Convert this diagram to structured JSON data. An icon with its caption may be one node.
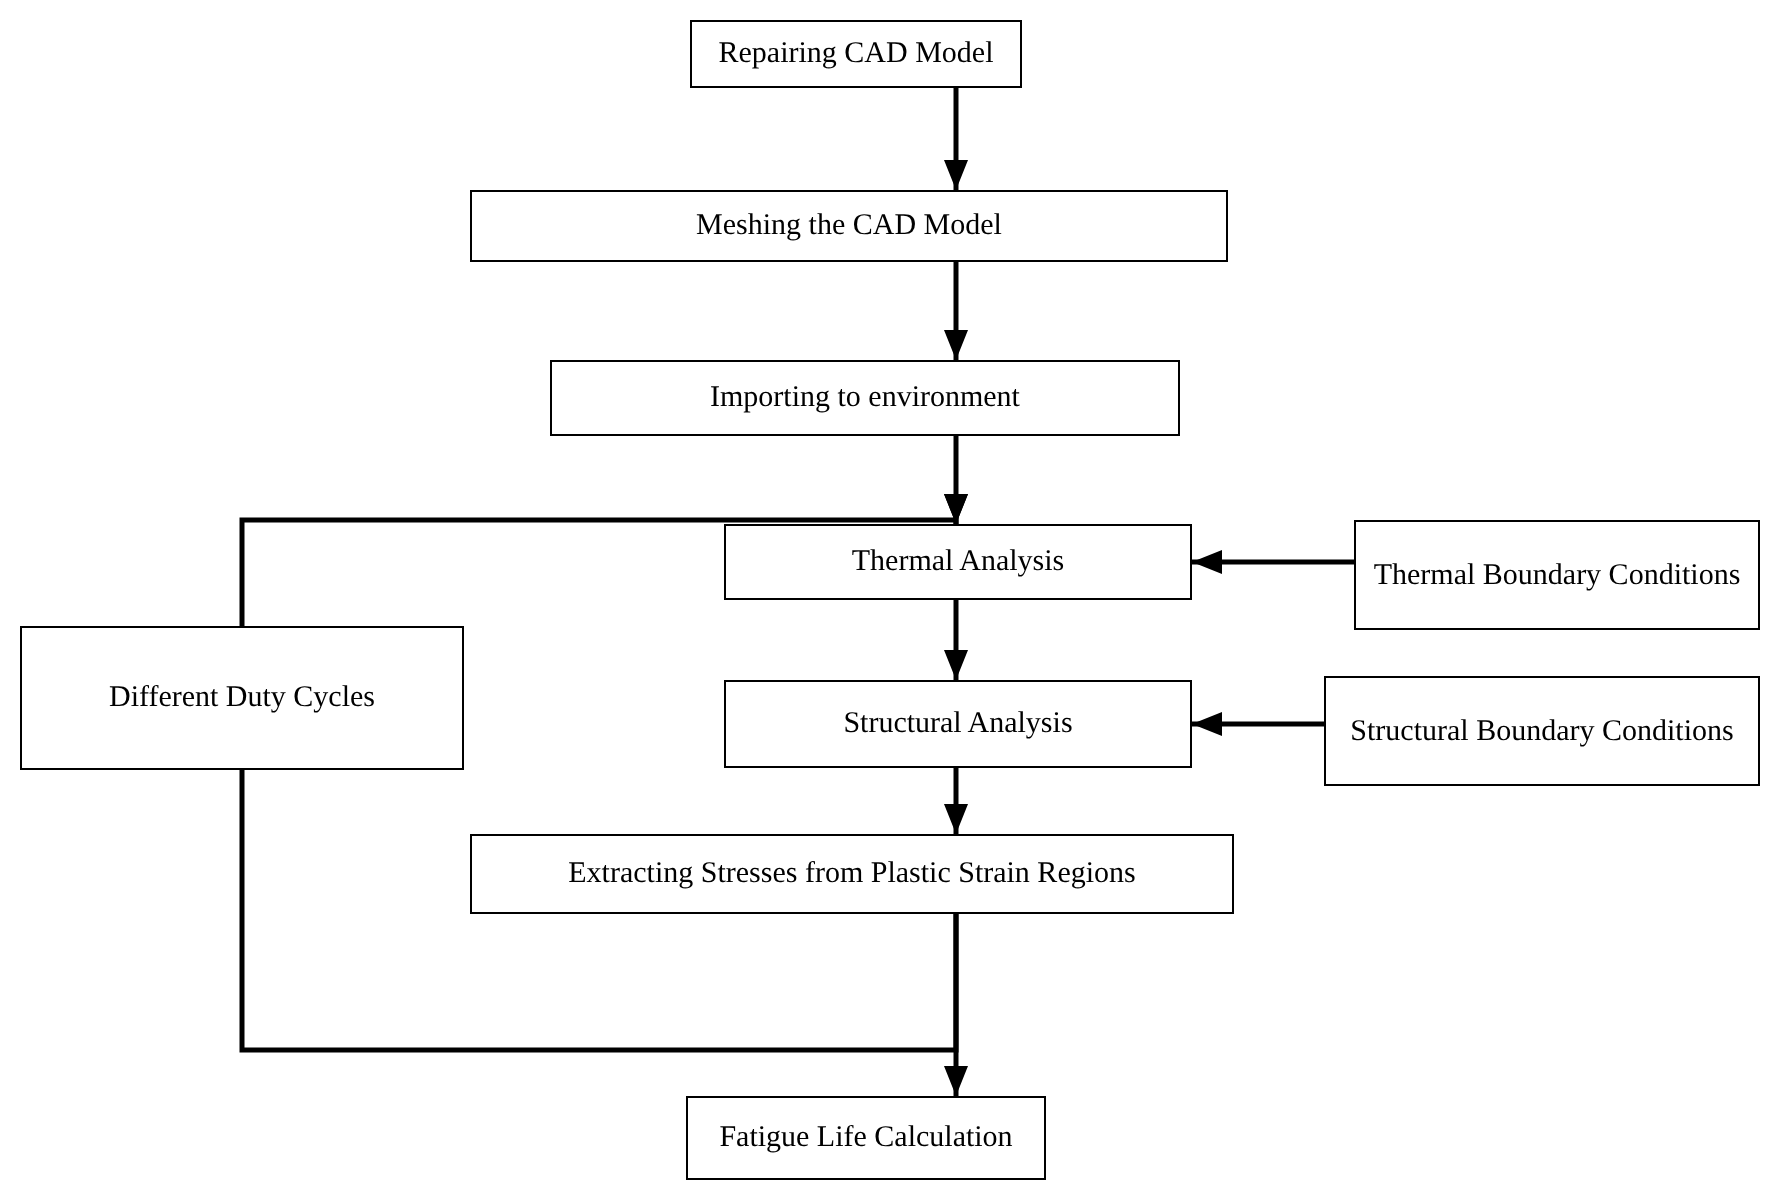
{
  "diagram": {
    "nodes": [
      {
        "text": [
          "Repairing CAD Model"
        ]
      },
      {
        "text": [
          "Meshing the CAD Model"
        ]
      },
      {
        "text": [
          "Importing to environment"
        ]
      },
      {
        "text": [
          "Thermal Analysis"
        ]
      },
      {
        "text": [
          "Thermal Boundary Conditions"
        ]
      },
      {
        "text": [
          "Different Duty Cycles"
        ]
      },
      {
        "text": [
          "Structural Analysis"
        ]
      },
      {
        "text": [
          "Structural Boundary Conditions"
        ]
      },
      {
        "text": [
          "Extracting Stresses from Plastic Strain Regions"
        ]
      },
      {
        "text": [
          "Fatigue Life Calculation"
        ]
      }
    ],
    "edges": [
      {
        "from": 0,
        "to": 1,
        "arrow": "to"
      },
      {
        "from": 1,
        "to": 2,
        "arrow": "to"
      },
      {
        "from": 2,
        "to": 3,
        "arrow": "to"
      },
      {
        "from": 4,
        "to": 3,
        "arrow": "to"
      },
      {
        "from": 3,
        "to": 6,
        "arrow": "to"
      },
      {
        "from": 7,
        "to": 6,
        "arrow": "to"
      },
      {
        "from": 6,
        "to": 8,
        "arrow": "to"
      },
      {
        "from": 8,
        "to": 9,
        "arrow": "to"
      },
      {
        "from": 5,
        "to": 3,
        "arrow": "to"
      },
      {
        "from": 8,
        "to": 5,
        "arrow": "none"
      }
    ]
  }
}
